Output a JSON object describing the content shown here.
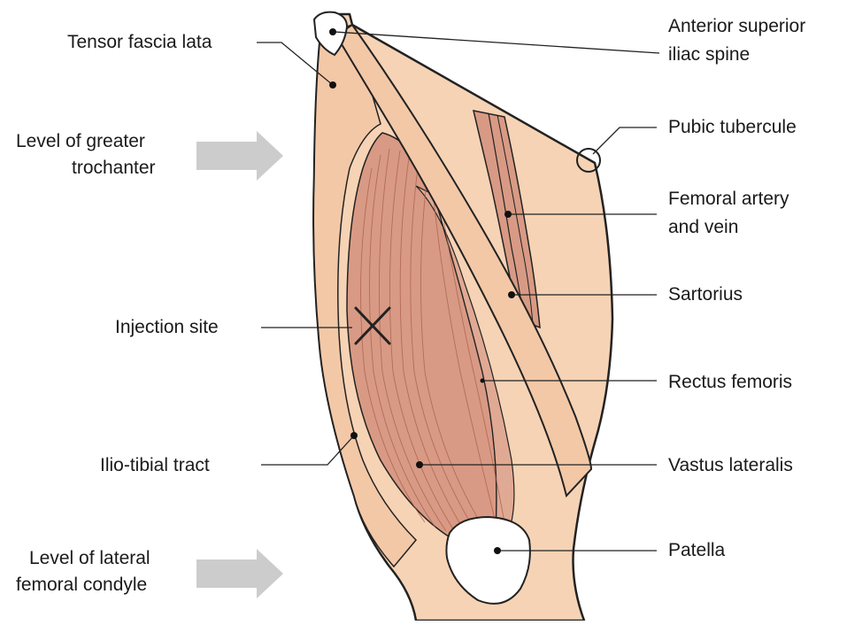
{
  "labels": {
    "tensor_fascia_lata": "Tensor fascia lata",
    "asis_line1": "Anterior superior",
    "asis_line2": "iliac spine",
    "pubic_tubercule": "Pubic tubercule",
    "level_greater_line1": "Level of greater",
    "level_greater_line2": "trochanter",
    "femoral_line1": "Femoral artery",
    "femoral_line2": "and vein",
    "sartorius": "Sartorius",
    "injection_site": "Injection site",
    "rectus_femoris": "Rectus femoris",
    "ilio_tibial": "Ilio-tibial tract",
    "vastus_lateralis": "Vastus lateralis",
    "level_lateral_line1": "Level of lateral",
    "level_lateral_line2": "femoral condyle",
    "patella": "Patella"
  },
  "colors": {
    "skin": "#f6d3b5",
    "band": "#f3c8a7",
    "muscle": "#d89a84",
    "muscle_dark": "#c87864",
    "arrow": "#cccccc",
    "outline": "#222222"
  }
}
